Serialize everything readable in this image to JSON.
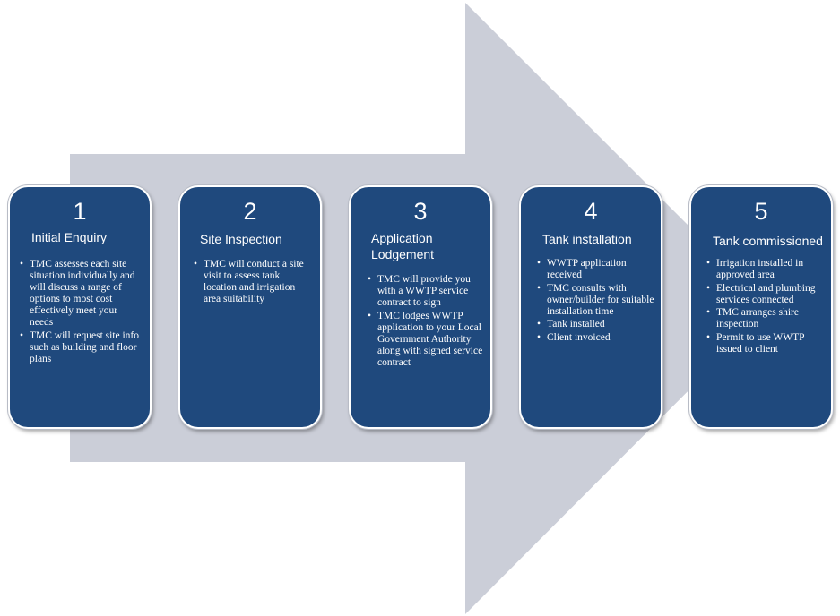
{
  "colors": {
    "arrow": "#cbced8",
    "card_fill": "#1f497d",
    "card_border": "#ffffff",
    "text": "#ffffff"
  },
  "steps": [
    {
      "number": "1",
      "title": "Initial Enquiry",
      "bullets": [
        "TMC assesses each site situation individually and will discuss a range of options to most cost effectively meet your needs",
        "TMC will request site info such as building and floor plans"
      ]
    },
    {
      "number": "2",
      "title": "Site Inspection",
      "bullets": [
        "TMC will conduct a site visit to assess tank location and irrigation area suitability"
      ]
    },
    {
      "number": "3",
      "title": "Application Lodgement",
      "bullets": [
        "TMC will provide you with a WWTP service contract to sign",
        "TMC lodges WWTP application to your Local Government Authority along with signed service contract"
      ]
    },
    {
      "number": "4",
      "title": "Tank installation",
      "bullets": [
        "WWTP application received",
        "TMC consults with owner/builder for suitable installation time",
        " Tank installed",
        "Client invoiced"
      ]
    },
    {
      "number": "5",
      "title": "Tank commissioned",
      "bullets": [
        "Irrigation installed in approved area",
        "Electrical and plumbing services  connected",
        "TMC arranges shire inspection",
        "Permit to use WWTP issued to client"
      ]
    }
  ]
}
